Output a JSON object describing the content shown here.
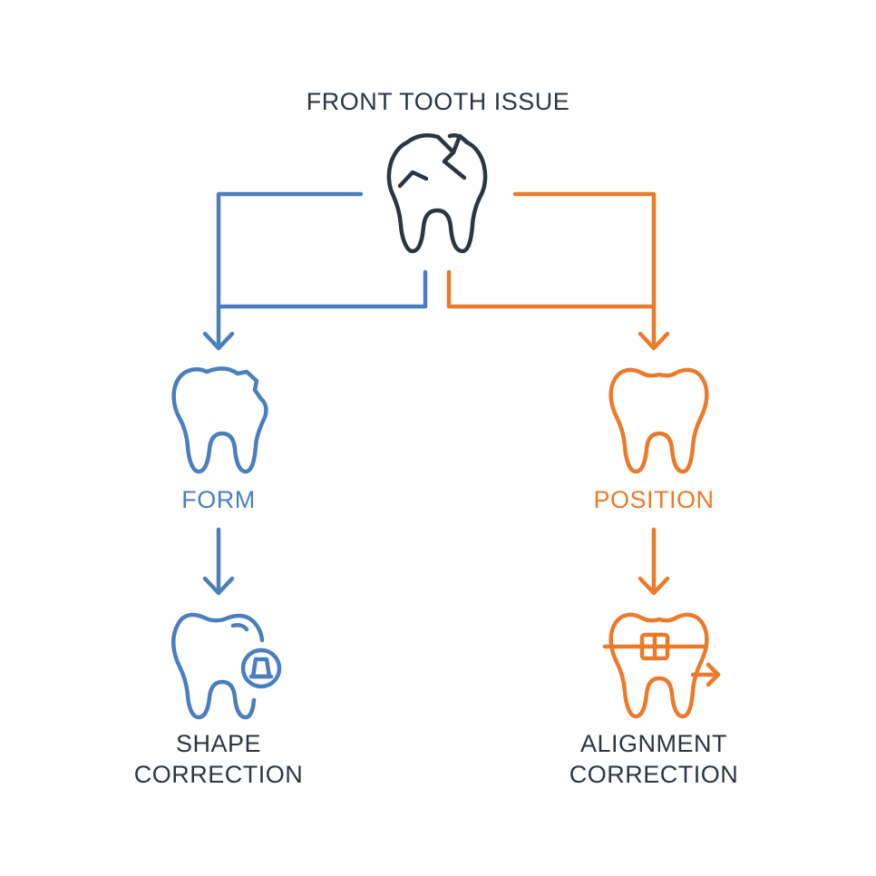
{
  "title": "FRONT TOOTH ISSUE",
  "branches": {
    "form": {
      "label": "FORM",
      "result_line1": "SHAPE",
      "result_line2": "CORRECTION"
    },
    "position": {
      "label": "POSITION",
      "result_line1": "ALIGNMENT",
      "result_line2": "CORRECTION"
    }
  },
  "colors": {
    "text": "#2b3642",
    "blue": "#4a7fbd",
    "orange": "#ec7a2b"
  },
  "icons": [
    "cracked-tooth-icon",
    "chipped-tooth-icon",
    "tooth-icon",
    "tooth-with-crown-icon",
    "tooth-with-braces-icon",
    "arrow-right-icon"
  ]
}
